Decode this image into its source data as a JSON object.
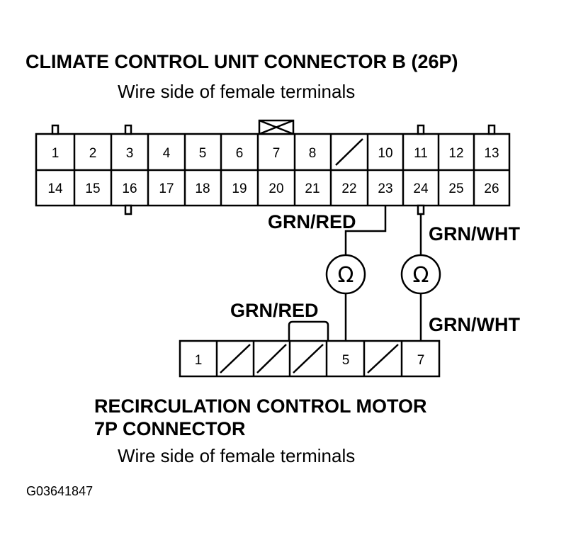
{
  "connector_b": {
    "title": "CLIMATE CONTROL UNIT CONNECTOR B (26P)",
    "subtitle": "Wire side of female terminals",
    "top_row": [
      "1",
      "2",
      "3",
      "4",
      "5",
      "6",
      "7",
      "8",
      "",
      "10",
      "11",
      "12",
      "13"
    ],
    "bottom_row": [
      "14",
      "15",
      "16",
      "17",
      "18",
      "19",
      "20",
      "21",
      "22",
      "23",
      "24",
      "25",
      "26"
    ],
    "empty_cavities": [
      "9"
    ]
  },
  "wires": {
    "left_upper": "GRN/RED",
    "right_upper": "GRN/WHT",
    "left_lower": "GRN/RED",
    "right_lower": "GRN/WHT"
  },
  "meters": {
    "symbol": "Ω",
    "count": 2
  },
  "motor_connector": {
    "title_line1": "RECIRCULATION CONTROL MOTOR",
    "title_line2": "7P CONNECTOR",
    "subtitle": "Wire side of female terminals",
    "cavities": [
      "1",
      "",
      "",
      "",
      "5",
      "",
      "7"
    ],
    "empty_cavities": [
      "2",
      "3",
      "4",
      "6"
    ]
  },
  "figure_code": "G03641847"
}
